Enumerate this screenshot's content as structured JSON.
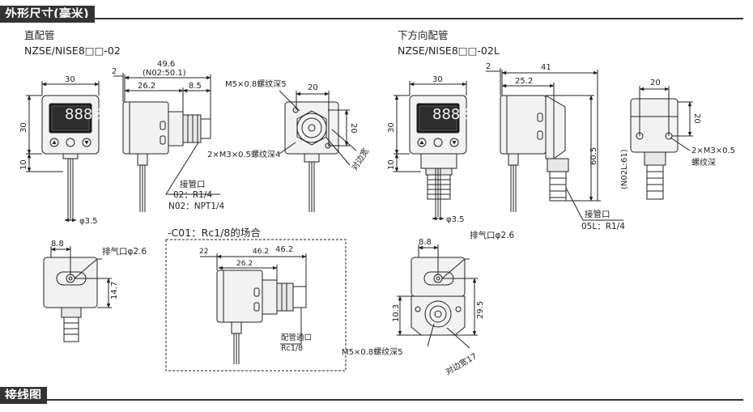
{
  "section_titles": {
    "outline": "外形尺寸(毫米)",
    "wiring": "接线图"
  },
  "straight": {
    "title": "直配管",
    "model": "NZSE/NISE8□□-02",
    "dims": {
      "width": "30",
      "height": "30",
      "bottom": "10",
      "total": "49.6",
      "total_n02": "(N02:50.1)",
      "body": "26.2",
      "port": "8.5",
      "offset": "2",
      "cable": "φ3.5",
      "side_w": "20",
      "side_h": "20",
      "thread_top": "M5×0.8螺纹深5",
      "thread_side": "2×M3×0.5螺纹深4",
      "across_flats": "对边宽",
      "port_label": "接管口",
      "port_02": "02：R1/4",
      "port_n02": "N02：NPT1/4"
    }
  },
  "downward": {
    "title": "下方向配管",
    "model": "NZSE/NISE8□□-02L",
    "dims": {
      "width": "30",
      "height": "30",
      "bottom": "10",
      "offset": "2",
      "total": "41",
      "body": "25.2",
      "length": "60.5",
      "length_n02": "(N02L:61)",
      "cable": "φ3.5",
      "side_w": "20",
      "side_h": "20",
      "thread_side": "2×M3×0.5",
      "thread_side2": "螺纹深",
      "port_label": "接管口",
      "port_05l": "05L：R1/4"
    }
  },
  "vent_bottom_left": {
    "w": "8.8",
    "vent": "排气口φ2.6",
    "h": "14.7"
  },
  "c01": {
    "title": "-C01：Rc1/8的场合",
    "d22": "22",
    "d46a": "46.2",
    "d46b": "46.2",
    "d26": "26.2",
    "port_label": "配管通口",
    "port_value": "Rc1/8"
  },
  "vent_bottom_right": {
    "w": "8.8",
    "vent": "排气口φ2.6",
    "h1": "10.3",
    "h2": "29.5",
    "thread": "M5×0.8螺纹深5",
    "across": "对边宽17"
  },
  "display": {
    "digits": "8888"
  },
  "colors": {
    "header_bg": "#333333",
    "line": "#222222",
    "body_fill": "#f2f2f2",
    "lcd": "#1a1a1a"
  }
}
